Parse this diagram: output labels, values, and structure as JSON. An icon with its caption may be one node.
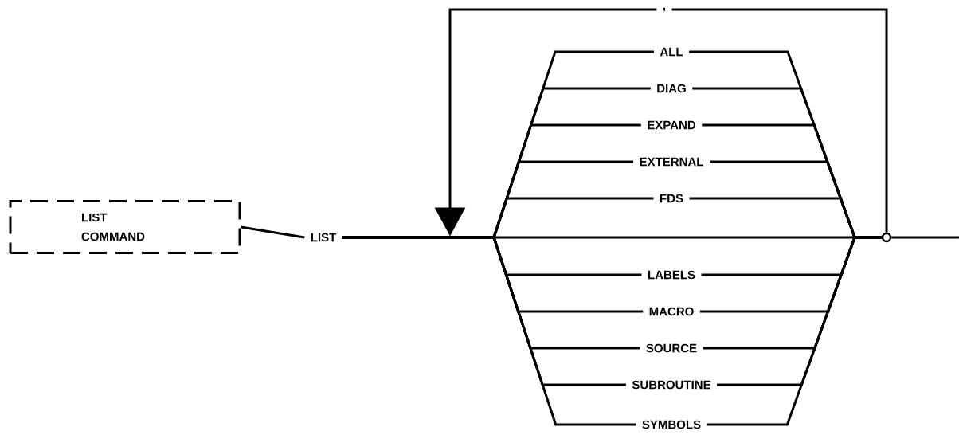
{
  "diagram": {
    "nodes": [
      {
        "text": [
          "LIST COMMAND"
        ]
      },
      {
        "text": [
          "LIST"
        ]
      },
      {
        "text": [
          "ALL"
        ]
      },
      {
        "text": [
          "DIAG"
        ]
      },
      {
        "text": [
          "EXPAND"
        ]
      },
      {
        "text": [
          "EXTERNAL"
        ]
      },
      {
        "text": [
          "FDS"
        ]
      },
      {
        "text": [
          "LABELS"
        ]
      },
      {
        "text": [
          "MACRO"
        ]
      },
      {
        "text": [
          "SOURCE"
        ]
      },
      {
        "text": [
          "SUBROUTINE"
        ]
      },
      {
        "text": [
          "SYMBOLS"
        ]
      },
      {
        "text": [
          ","
        ]
      },
      {
        "text": [],
        "shape": "circle"
      }
    ],
    "edges": [
      {
        "from": 0,
        "to": 1,
        "arrow": "none"
      },
      {
        "from": 1,
        "to": 2,
        "arrow": "none"
      },
      {
        "from": 1,
        "to": 3,
        "arrow": "none"
      },
      {
        "from": 1,
        "to": 4,
        "arrow": "none"
      },
      {
        "from": 1,
        "to": 5,
        "arrow": "none"
      },
      {
        "from": 1,
        "to": 6,
        "arrow": "none"
      },
      {
        "from": 1,
        "to": 13,
        "arrow": "none"
      },
      {
        "from": 1,
        "to": 7,
        "arrow": "none"
      },
      {
        "from": 1,
        "to": 8,
        "arrow": "none"
      },
      {
        "from": 1,
        "to": 9,
        "arrow": "none"
      },
      {
        "from": 1,
        "to": 10,
        "arrow": "none"
      },
      {
        "from": 1,
        "to": 11,
        "arrow": "none"
      },
      {
        "from": 2,
        "to": 13,
        "arrow": "none"
      },
      {
        "from": 3,
        "to": 13,
        "arrow": "none"
      },
      {
        "from": 4,
        "to": 13,
        "arrow": "none"
      },
      {
        "from": 5,
        "to": 13,
        "arrow": "none"
      },
      {
        "from": 6,
        "to": 13,
        "arrow": "none"
      },
      {
        "from": 7,
        "to": 13,
        "arrow": "none"
      },
      {
        "from": 8,
        "to": 13,
        "arrow": "none"
      },
      {
        "from": 9,
        "to": 13,
        "arrow": "none"
      },
      {
        "from": 10,
        "to": 13,
        "arrow": "none"
      },
      {
        "from": 11,
        "to": 13,
        "arrow": "none"
      },
      {
        "from": 13,
        "to": null,
        "arrow": "none"
      },
      {
        "from": 13,
        "to": 12,
        "arrow": "none"
      },
      {
        "from": 12,
        "to": null,
        "arrow": "to"
      }
    ]
  }
}
